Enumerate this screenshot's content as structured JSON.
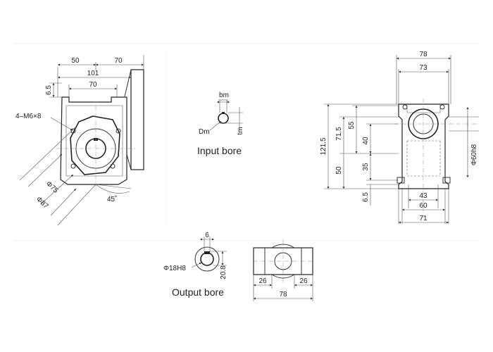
{
  "captions": {
    "input_bore": "Input bore",
    "output_bore": "Output bore"
  },
  "front_view": {
    "dim_50": "50",
    "dim_70_top": "70",
    "dim_101": "101",
    "dim_70_inner": "70",
    "dim_6_5": "6.5",
    "thread": "4–M6×8",
    "dia_75": "Φ75",
    "dia_87": "Φ87",
    "angle_45": "45˚"
  },
  "input_bore": {
    "bm": "bm",
    "dm": "Dm",
    "tm": "tm"
  },
  "side_view": {
    "dim_78": "78",
    "dim_73": "73",
    "dim_121_5": "121.5",
    "dim_71_5": "71.5",
    "dim_55": "55",
    "dim_40": "40",
    "dim_50": "50",
    "dim_35": "35",
    "dim_6_5": "6.5",
    "dim_43": "43",
    "dim_60": "60",
    "dim_71": "71",
    "dia_60h8": "Φ60h8"
  },
  "output_bore": {
    "dim_6": "6",
    "dia_18h8": "Φ18H8",
    "dim_20_8": "20.8"
  },
  "bottom_view": {
    "dim_26_left": "26",
    "dim_26_right": "26",
    "dim_78": "78"
  }
}
